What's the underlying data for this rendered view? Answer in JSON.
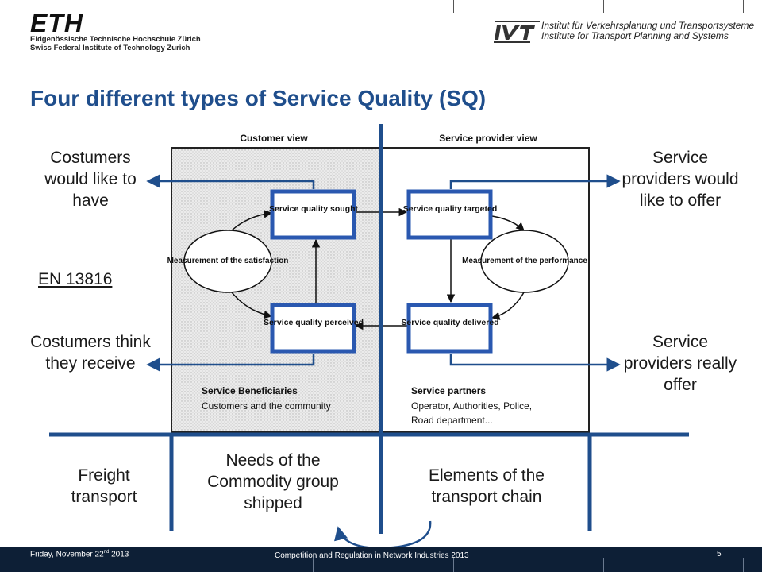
{
  "header": {
    "eth_logo_word": "ETH",
    "eth_line1": "Eidgenössische Technische Hochschule Zürich",
    "eth_line2": "Swiss Federal Institute of Technology Zurich",
    "ivt_line1": "Institut für Verkehrsplanung und Transportsysteme",
    "ivt_line2": "Institute for Transport Planning and Systems"
  },
  "title": "Four different types of Service Quality (SQ)",
  "left_labels": {
    "would_like_to_have": "Costumers would like to have",
    "standard": "EN 13816",
    "think_they_receive": "Costumers think they receive"
  },
  "right_labels": {
    "would_like_to_offer": "Service providers would like to offer",
    "really_offer": "Service providers really offer"
  },
  "diagram": {
    "customer_view": "Customer view",
    "provider_view": "Service provider view",
    "sq_sought": "Service quality sought",
    "sq_perceived": "Service quality perceived",
    "sq_targeted": "Service quality targeted",
    "sq_delivered": "Service quality delivered",
    "measure_satisfaction": "Measurement of the satisfaction",
    "measure_performance": "Measurement of the performance",
    "beneficiaries_title": "Service Beneficiaries",
    "beneficiaries_text": "Customers and the community",
    "partners_title": "Service partners",
    "partners_text1": "Operator, Authorities, Police,",
    "partners_text2": "Road department..."
  },
  "bottom": {
    "freight": "Freight transport",
    "needs": "Needs of the Commodity group shipped",
    "elements": "Elements of the transport chain"
  },
  "footer": {
    "date_prefix": "Friday, November 22",
    "date_sup": "nd",
    "date_suffix": " 2013",
    "event": "Competition and Regulation in Network Industries 2013",
    "page": "5"
  },
  "colors": {
    "title_blue": "#1f4e8c",
    "box_blue": "#2a58b0",
    "line_blue": "#1f4e8c",
    "footer_bg": "#0d1f36"
  }
}
